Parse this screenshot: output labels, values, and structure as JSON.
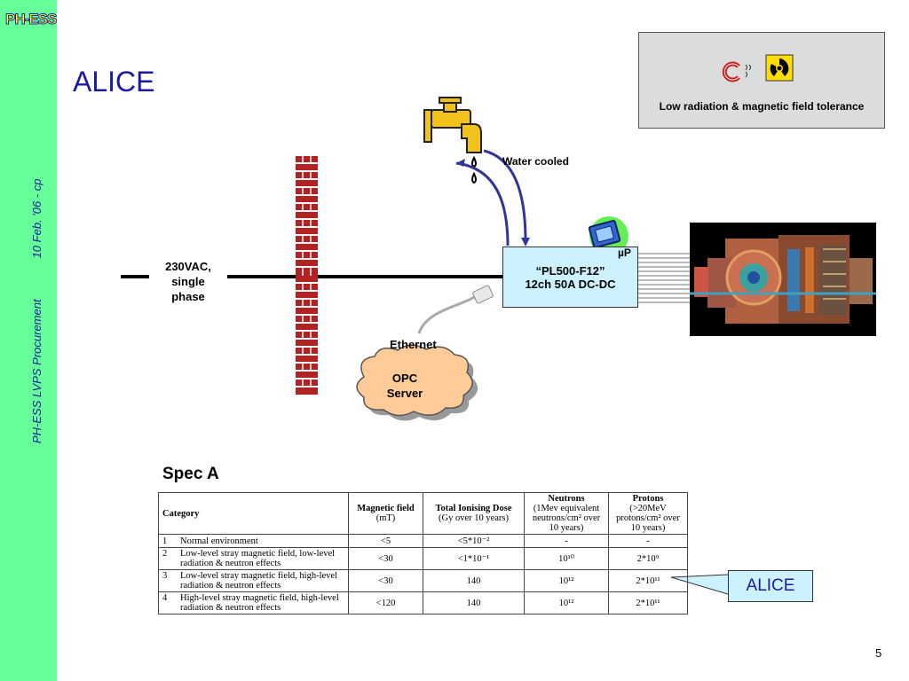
{
  "sidebar": {
    "logo": "PH-ESS",
    "footer_left": "PH-ESS LVPS Procurement",
    "footer_right": "10 Feb. '06 - cp"
  },
  "title": "ALICE",
  "callout": {
    "text": "Low radiation & magnetic field tolerance"
  },
  "diagram": {
    "water_label": "Water cooled",
    "power_label_lines": [
      "230VAC,",
      "single",
      "phase"
    ],
    "dcdc_lines": [
      "“PL500-F12”",
      "12ch 50A DC-DC"
    ],
    "up_label": "µP",
    "ethernet_label": "Ethernet",
    "opc_lines": [
      "OPC",
      "Server"
    ]
  },
  "spec": {
    "title": "Spec A",
    "headers": {
      "category": "Category",
      "mag_title": "Magnetic field",
      "mag_unit": "(mT)",
      "tid_title": "Total Ionising Dose",
      "tid_unit": "(Gy over 10 years)",
      "neutrons_title": "Neutrons",
      "neutrons_unit": "(1Mev equivalent neutrons/cm² over 10 years)",
      "protons_title": "Protons",
      "protons_unit": "(>20MeV protons/cm² over 10 years)"
    },
    "rows": [
      {
        "num": "1",
        "name": "Normal environment",
        "mag": "<5",
        "tid": "<5*10⁻²",
        "neutrons": "-",
        "protons": "-"
      },
      {
        "num": "2",
        "name": "Low-level stray magnetic field, low-level radiation & neutron effects",
        "mag": "<30",
        "tid": "<1*10⁻¹",
        "neutrons": "10¹⁰",
        "protons": "2*10⁹"
      },
      {
        "num": "3",
        "name": "Low-level stray magnetic field, high-level radiation & neutron effects",
        "mag": "<30",
        "tid": "140",
        "neutrons": "10¹²",
        "protons": "2*10¹¹"
      },
      {
        "num": "4",
        "name": "High-level stray magnetic field, high-level radiation & neutron effects",
        "mag": "<120",
        "tid": "140",
        "neutrons": "10¹²",
        "protons": "2*10¹¹"
      }
    ]
  },
  "alice_callout": "ALICE",
  "page_number": "5",
  "colors": {
    "sidebar": "#66ff99",
    "title": "#1a1aa6",
    "dcdc_fill": "#ccf2ff",
    "brick": "#b22222",
    "pipe": "#333399",
    "opc_fill": "#ffcc99"
  }
}
